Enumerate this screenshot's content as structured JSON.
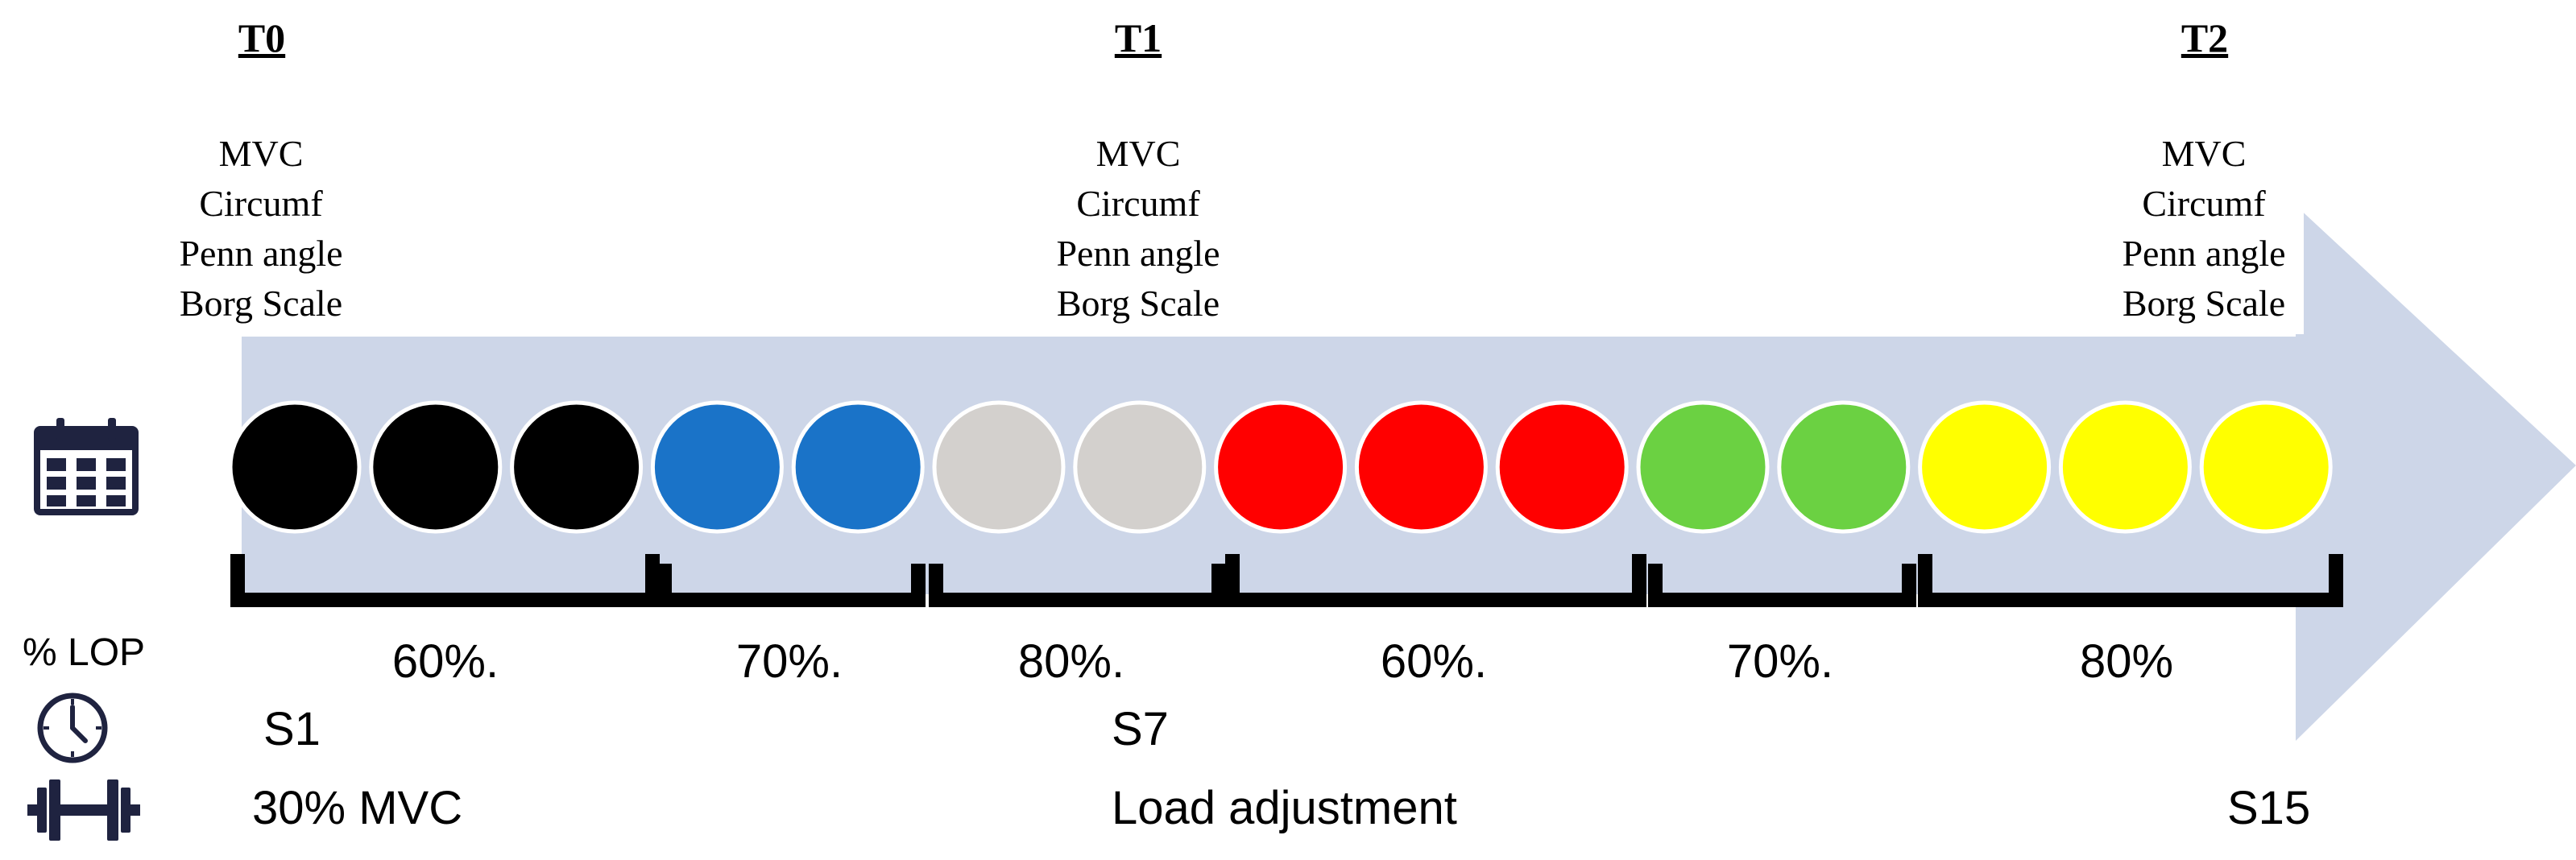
{
  "timepoints": [
    {
      "label": "T0",
      "measures": [
        "MVC",
        "Circumf",
        "Penn angle",
        "Borg Scale"
      ]
    },
    {
      "label": "T1",
      "measures": [
        "MVC",
        "Circumf",
        "Penn angle",
        "Borg Scale"
      ]
    },
    {
      "label": "T2",
      "measures": [
        "MVC",
        "Circumf",
        "Penn angle",
        "Borg Scale"
      ]
    }
  ],
  "sessions": {
    "colors": [
      "#000000",
      "#000000",
      "#000000",
      "#1a73c8",
      "#1a73c8",
      "#d3d0cd",
      "#d3d0cd",
      "#ff0000",
      "#ff0000",
      "#ff0000",
      "#6bd142",
      "#6bd142",
      "#ffff00",
      "#ffff00",
      "#ffff00"
    ]
  },
  "row_labels": {
    "lop": "% LOP"
  },
  "intensity_blocks": [
    "60%.",
    "70%.",
    "80%.",
    "60%.",
    "70%.",
    "80%"
  ],
  "session_labels": {
    "s1": "S1",
    "s7": "S7",
    "s15": "S15"
  },
  "load_labels": {
    "start": "30% MVC",
    "adjust": "Load adjustment"
  },
  "icons": [
    "calendar-icon",
    "clock-icon",
    "dumbbell-icon"
  ],
  "colors": {
    "arrow": "#cdd6e8",
    "bracket": "#000000"
  }
}
